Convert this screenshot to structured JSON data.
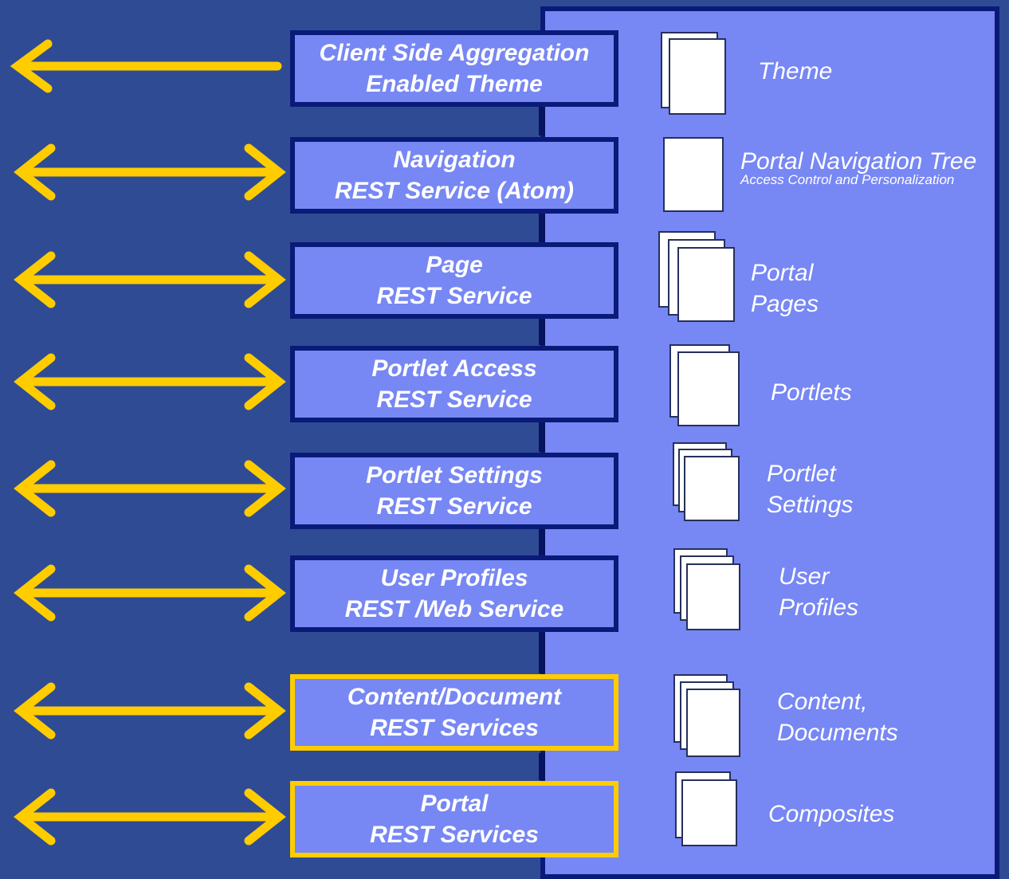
{
  "services": [
    {
      "line1": "Client Side Aggregation",
      "line2": "Enabled Theme"
    },
    {
      "line1": "Navigation",
      "line2": "REST Service (Atom)"
    },
    {
      "line1": "Page",
      "line2": "REST Service"
    },
    {
      "line1": "Portlet Access",
      "line2": "REST Service"
    },
    {
      "line1": "Portlet Settings",
      "line2": "REST Service"
    },
    {
      "line1": "User Profiles",
      "line2": "REST /Web Service"
    },
    {
      "line1": "Content/Document",
      "line2": "REST Services"
    },
    {
      "line1": "Portal",
      "line2": "REST Services"
    }
  ],
  "resources": [
    {
      "line1": "Theme"
    },
    {
      "line1": "Portal Navigation Tree",
      "sub": "Access Control and Personalization"
    },
    {
      "line1": "Portal",
      "line2": "Pages"
    },
    {
      "line1": "Portlets"
    },
    {
      "line1": "Portlet",
      "line2": "Settings"
    },
    {
      "line1": "User",
      "line2": "Profiles"
    },
    {
      "line1": "Content,",
      "line2": "Documents"
    },
    {
      "line1": "Composites"
    }
  ],
  "colors": {
    "background": "#2f4b94",
    "panel": "#7787f4",
    "border": "#0a1a78",
    "arrow": "#ffcc00",
    "highlight_border": "#ffcc00"
  }
}
